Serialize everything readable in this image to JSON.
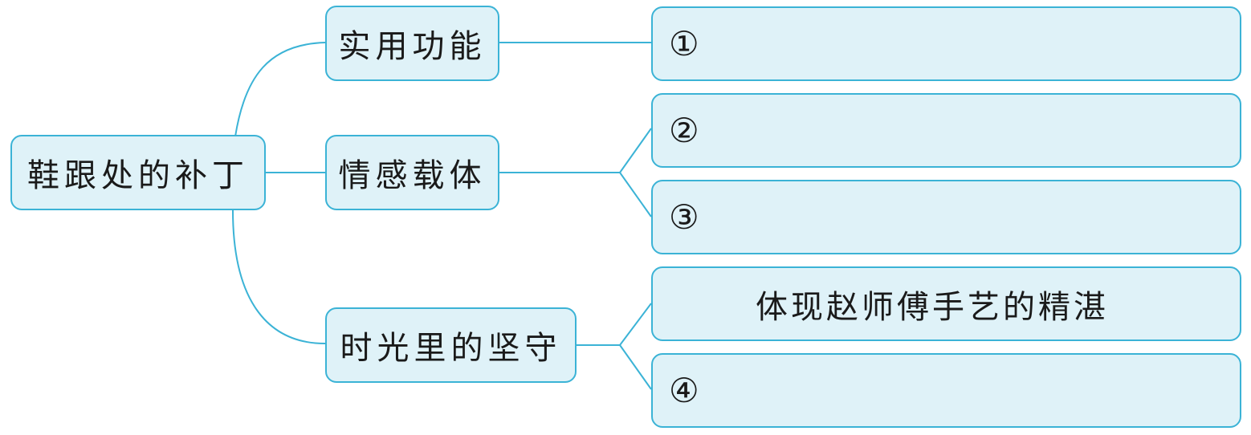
{
  "root": {
    "label": "鞋跟处的补丁"
  },
  "branches": [
    {
      "label": "实用功能",
      "items": [
        {
          "marker": "①",
          "text": ""
        }
      ]
    },
    {
      "label": "情感载体",
      "items": [
        {
          "marker": "②",
          "text": ""
        },
        {
          "marker": "③",
          "text": ""
        }
      ]
    },
    {
      "label": "时光里的坚守",
      "items": [
        {
          "marker": "",
          "text": "体现赵师傅手艺的精湛"
        },
        {
          "marker": "④",
          "text": ""
        }
      ]
    }
  ],
  "colors": {
    "node_fill": "#dff2f8",
    "node_border": "#3bb3d6",
    "connector": "#3bb3d6",
    "text": "#1a1a1a"
  }
}
